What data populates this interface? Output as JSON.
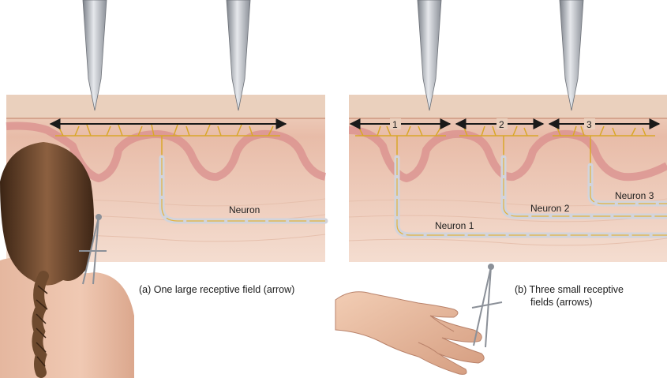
{
  "panel_a": {
    "caption": "(a) One large receptive field (arrow)",
    "neuron_label": "Neuron"
  },
  "panel_b": {
    "caption_line1": "(b) Three small receptive",
    "caption_line2": "fields (arrows)",
    "field_numbers": [
      "1",
      "2",
      "3"
    ],
    "neuron_labels": [
      "Neuron 1",
      "Neuron 2",
      "Neuron 3"
    ]
  },
  "colors": {
    "skin_surface": "#ecc9b3",
    "epidermis": "#e9b6a6",
    "dermis": "#f3d6c8",
    "dendrite": "#d9a72a",
    "axon_myelin": "#d2d4dc",
    "arrow": "#1a1a1a"
  }
}
